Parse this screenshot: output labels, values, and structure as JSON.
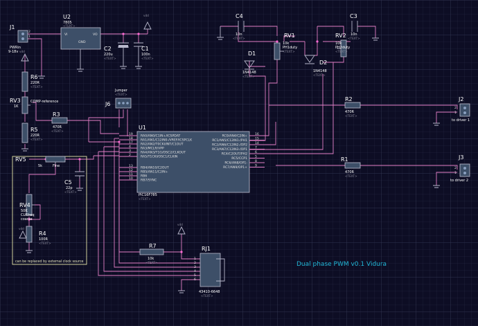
{
  "title": "Dual phase PWM v0.1  Vidura",
  "note": "can be replaced by external clock source",
  "tag": "<TEXT>",
  "vdd": "vdd",
  "components": {
    "J1": {
      "ref": "J1",
      "value": "PWRin",
      "value2": "9-18v",
      "pins": [
        "2",
        "1"
      ]
    },
    "U2": {
      "ref": "U2",
      "value": "7805",
      "pins": [
        "VI",
        "VO",
        "GND"
      ]
    },
    "C2": {
      "ref": "C2",
      "value": "220u"
    },
    "C1": {
      "ref": "C1",
      "value": "100n"
    },
    "C4": {
      "ref": "C4",
      "value": "10n"
    },
    "C3": {
      "ref": "C3",
      "value": "10n"
    },
    "RV1": {
      "ref": "RV1",
      "value": "10k",
      "value2": "PH1duty"
    },
    "RV2": {
      "ref": "RV2",
      "value": "10k",
      "value2": "PH2duty"
    },
    "D1": {
      "ref": "D1",
      "value": "1N4148"
    },
    "D2": {
      "ref": "D2",
      "value": "1N4148"
    },
    "R6": {
      "ref": "R6",
      "value": "220R"
    },
    "RV3": {
      "ref": "RV3",
      "value": "1K",
      "value2": "COMP-reference"
    },
    "R3": {
      "ref": "R3",
      "value": "470R"
    },
    "R5": {
      "ref": "R5",
      "value": "220R"
    },
    "J6": {
      "ref": "J6",
      "value": "Jumper"
    },
    "U1": {
      "ref": "U1",
      "value": "PIC16F785"
    },
    "R2": {
      "ref": "R2",
      "value": "470R"
    },
    "R1": {
      "ref": "R1",
      "value": "470R"
    },
    "J2": {
      "ref": "J2",
      "value": "to driver 1",
      "pins": [
        "2",
        "1"
      ]
    },
    "J3": {
      "ref": "J3",
      "value": "to driver 2",
      "pins": [
        "2",
        "1"
      ]
    },
    "RV5": {
      "ref": "RV5",
      "value": "5k",
      "value2": "Fine"
    },
    "C5": {
      "ref": "C5",
      "value": "22p"
    },
    "RV4": {
      "ref": "RV4",
      "value": "50K",
      "value2": "CLKfreq",
      "value3": "coarse"
    },
    "R4": {
      "ref": "R4",
      "value": "100R"
    },
    "R7": {
      "ref": "R7",
      "value": "10k"
    },
    "RJ1": {
      "ref": "RJ1",
      "value": "43410-6648",
      "pins": [
        "1",
        "2",
        "3",
        "4",
        "5",
        "6"
      ]
    }
  },
  "u1_left_pins": [
    {
      "num": "19",
      "name": "RA0/AN0/C1IN+/ICSPDAT"
    },
    {
      "num": "18",
      "name": "RA1/AN1/C12IN0-/VREF/ICSPCLK"
    },
    {
      "num": "17",
      "name": "RA2/AN2/T0CKI/INT/C1OUT"
    },
    {
      "num": "4",
      "name": "RA3/MCLR/VPP"
    },
    {
      "num": "3",
      "name": "RA4/AN3/T1G/OSC2/CLKOUT"
    },
    {
      "num": "2",
      "name": "RA5/T1CKI/OSC1/CLKIN"
    },
    {
      "num": "13",
      "name": "RB4/AN10/C2OUT"
    },
    {
      "num": "12",
      "name": "RB5/AN11/C2IN+"
    },
    {
      "num": "11",
      "name": "RB6"
    },
    {
      "num": "10",
      "name": "RB7/SYNC"
    }
  ],
  "u1_right_pins": [
    {
      "num": "16",
      "name": "RC0/AN4/C2IN+"
    },
    {
      "num": "15",
      "name": "RC1/AN5/C12IN1-/PH1"
    },
    {
      "num": "14",
      "name": "RC2/AN6/C12IN2-/OP2"
    },
    {
      "num": "7",
      "name": "RC3/AN7/C12IN3-/OP1"
    },
    {
      "num": "6",
      "name": "RC4/C2OUT/PH2"
    },
    {
      "num": "5",
      "name": "RC5/CCP1"
    },
    {
      "num": "8",
      "name": "RC6/AN8/OP1-"
    },
    {
      "num": "9",
      "name": "RC7/AN9/OP1+"
    }
  ]
}
